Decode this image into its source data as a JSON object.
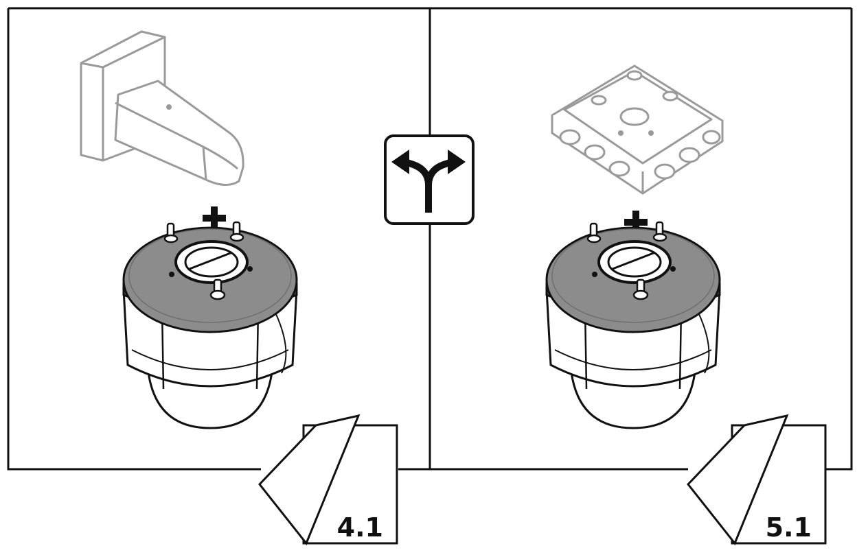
{
  "panels": [
    {
      "id": "wall-mount",
      "mount_icon": "wall-bracket-icon",
      "plus_icon": "plus-icon",
      "camera_icon": "dome-camera-icon",
      "reference_icon": "page-reference-icon",
      "reference_label": "4.1"
    },
    {
      "id": "junction-box",
      "mount_icon": "junction-box-icon",
      "plus_icon": "plus-icon",
      "camera_icon": "dome-camera-icon",
      "reference_icon": "page-reference-icon",
      "reference_label": "5.1"
    }
  ],
  "center_icon": "fork-arrow-icon",
  "colors": {
    "line": "#111111",
    "mount_line": "#9a9a9a",
    "camera_top": "#8c8c8c",
    "background": "#ffffff"
  }
}
